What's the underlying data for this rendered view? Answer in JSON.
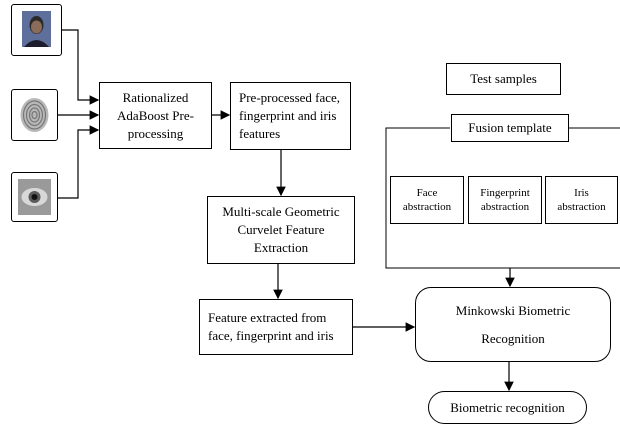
{
  "inputs": {
    "face_icon": "face-photo",
    "fingerprint_icon": "fingerprint-scan",
    "iris_icon": "iris-photo"
  },
  "nodes": {
    "adaboost": "Rationalized AdaBoost Pre-processing",
    "preprocessed": "Pre-processed face, fingerprint and iris features",
    "curvelet": "Multi-scale Geometric Curvelet Feature Extraction",
    "feature_extracted": "Feature extracted from face, fingerprint and iris",
    "test_samples": "Test samples",
    "fusion_template": "Fusion template",
    "face_abstraction": "Face abstraction",
    "fingerprint_abstraction": "Fingerprint abstraction",
    "iris_abstraction": "Iris abstraction",
    "minkowski": "Minkowski Biometric Recognition",
    "biometric_recognition": "Biometric recognition"
  }
}
